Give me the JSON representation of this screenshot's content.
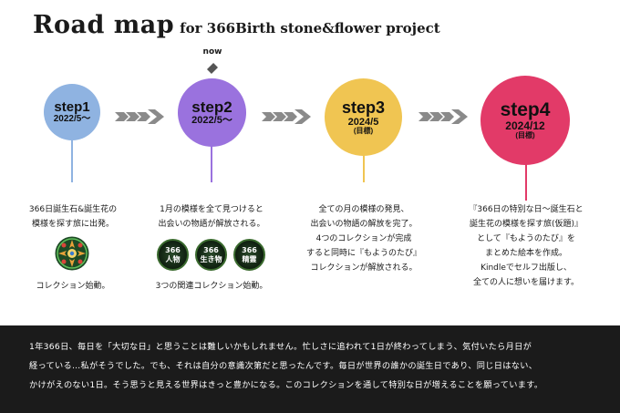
{
  "title": {
    "main": "Road map",
    "sub": "for 366Birth stone&flower project"
  },
  "now_label": "now",
  "steps": [
    {
      "label": "step1",
      "date": "2022/5〜",
      "note": "",
      "color": "#8fb3e1",
      "stem_color": "#8fb3e1",
      "description": [
        "366日誕生石&誕生花の",
        "模様を探す旅に出発。"
      ],
      "description_after": "コレクション始動。"
    },
    {
      "label": "step2",
      "date": "2022/5〜",
      "note": "",
      "color": "#9a72de",
      "stem_color": "#9a72de",
      "description": [
        "1月の模様を全て見つけると",
        "出会いの物語が解放される。"
      ],
      "badges": [
        {
          "top": "366",
          "bottom": "人物"
        },
        {
          "top": "366",
          "bottom": "生き物"
        },
        {
          "top": "366",
          "bottom": "精霊"
        }
      ],
      "description_after": "3つの関連コレクション始動。"
    },
    {
      "label": "step3",
      "date": "2024/5",
      "note": "(目標)",
      "color": "#f0c552",
      "stem_color": "#f0c552",
      "description": [
        "全ての月の模様の発見、",
        "出会いの物語の解放を完了。",
        "4つのコレクションが完成",
        "すると同時に『もようのたび』",
        "コレクションが解放される。"
      ]
    },
    {
      "label": "step4",
      "date": "2024/12",
      "note": "(目標)",
      "color": "#e23a68",
      "stem_color": "#e23a68",
      "description": [
        "『366日の特別な日〜誕生石と",
        "誕生花の模様を探す旅(仮題)』",
        "として『もようのたび』を",
        "まとめた絵本を作成。",
        "Kindleでセルフ出版し、",
        "全ての人に想いを届けます。"
      ]
    }
  ],
  "footer": [
    "1年366日、毎日を「大切な日」と思うことは難しいかもしれません。忙しさに追われて1日が終わってしまう、気付いたら月日が",
    "経っている…私がそうでした。でも、それは自分の意識次第だと思ったんです。毎日が世界の誰かの誕生日であり、同じ日はない、",
    "かけがえのない1日。そう思うと見える世界はきっと豊かになる。このコレクションを通して特別な日が増えることを願っています。"
  ],
  "colors": {
    "arrow": "#8a8a8a",
    "footer_bg": "#1b1b1b",
    "emblem": "#2f7a3a"
  }
}
